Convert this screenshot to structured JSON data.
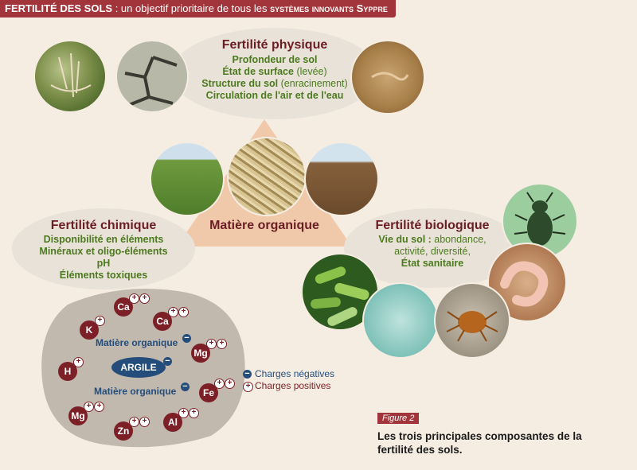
{
  "header": {
    "part1": "FERTILITÉ DES SOLS",
    "part2": " : un objectif prioritaire de tous les ",
    "part3": "systèmes innovants Syppre"
  },
  "physique": {
    "title": "Fertilité physique",
    "l1": "Profondeur de sol",
    "l2a": "État de surface ",
    "l2b": "(levée)",
    "l3a": "Structure du sol ",
    "l3b": "(enracinement)",
    "l4": "Circulation de l'air et de l'eau"
  },
  "organique": {
    "title": "Matière organique"
  },
  "chimique": {
    "title": "Fertilité chimique",
    "l1": "Disponibilité en éléments",
    "l2": "Minéraux et oligo-éléments",
    "l3": "pH",
    "l4": "Éléments toxiques"
  },
  "biologique": {
    "title": "Fertilité biologique",
    "l1a": "Vie du sol : ",
    "l1b": "abondance,",
    "l2": "activité, diversité,",
    "l3": "État sanitaire"
  },
  "clay": {
    "argile": "ARGILE",
    "mo1": "Matière organique",
    "mo2": "Matière organique",
    "ions": {
      "ca1": "Ca",
      "ca2": "Ca",
      "k": "K",
      "mg1": "Mg",
      "h": "H",
      "fe": "Fe",
      "mg2": "Mg",
      "zn": "Zn",
      "al": "Al"
    },
    "plus": "+",
    "minus": "−"
  },
  "legend": {
    "neg": "Charges négatives",
    "pos": "Charges positives"
  },
  "figure": {
    "tag": "Figure 2",
    "caption": "Les trois principales composantes de la fertilité des sols."
  },
  "colors": {
    "accent": "#a1353b",
    "green_text": "#4c7a1e",
    "blue": "#244d7c",
    "ion": "#7d1f26"
  }
}
